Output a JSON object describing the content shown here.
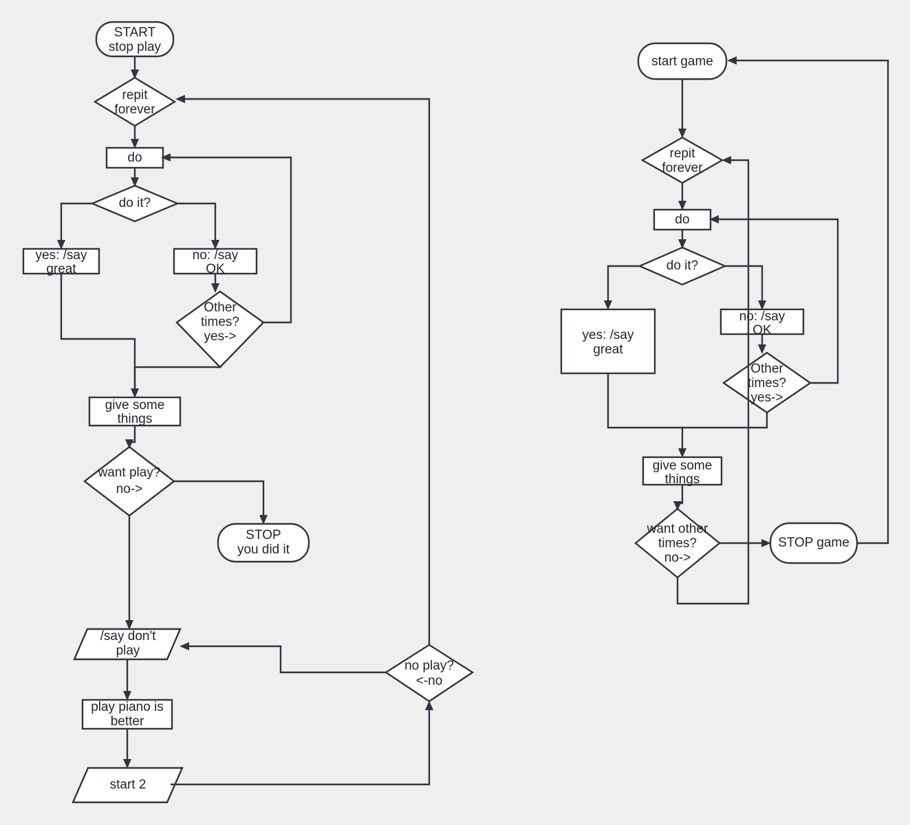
{
  "diagram": {
    "title": "flowchart",
    "background_color": "#efefef",
    "shape_fill": "#ffffff",
    "stroke_color": "#2f3640",
    "text_color": "#1f2429",
    "columns": [
      {
        "name": "left-flow",
        "nodes": [
          {
            "id": "l-start",
            "shape": "terminator",
            "lines": [
              "START",
              "stop play"
            ]
          },
          {
            "id": "l-repit",
            "shape": "decision",
            "lines": [
              "repit",
              "forever"
            ]
          },
          {
            "id": "l-do",
            "shape": "process",
            "lines": [
              "do"
            ]
          },
          {
            "id": "l-doit",
            "shape": "decision",
            "lines": [
              "do it?"
            ]
          },
          {
            "id": "l-yes-great",
            "shape": "process",
            "lines": [
              "yes: /say",
              "great"
            ]
          },
          {
            "id": "l-no-ok",
            "shape": "process",
            "lines": [
              "no: /say",
              "OK"
            ]
          },
          {
            "id": "l-other-times",
            "shape": "decision",
            "lines": [
              "Other",
              "times?",
              "yes->"
            ]
          },
          {
            "id": "l-give",
            "shape": "process",
            "lines": [
              "give some",
              "things"
            ]
          },
          {
            "id": "l-want-play",
            "shape": "decision",
            "lines": [
              "want play?",
              "no->"
            ]
          },
          {
            "id": "l-stop",
            "shape": "terminator",
            "lines": [
              "STOP",
              "you did it"
            ]
          },
          {
            "id": "l-say-dont",
            "shape": "data",
            "lines": [
              "/say don't",
              "play"
            ]
          },
          {
            "id": "l-piano",
            "shape": "process",
            "lines": [
              "play piano is",
              "better"
            ]
          },
          {
            "id": "l-start2",
            "shape": "data",
            "lines": [
              "start 2"
            ]
          },
          {
            "id": "l-no-play",
            "shape": "decision",
            "lines": [
              "no play?",
              "<-no"
            ]
          }
        ]
      },
      {
        "name": "right-flow",
        "nodes": [
          {
            "id": "r-start",
            "shape": "terminator",
            "lines": [
              "start game"
            ]
          },
          {
            "id": "r-repit",
            "shape": "decision",
            "lines": [
              "repit",
              "forever"
            ]
          },
          {
            "id": "r-do",
            "shape": "process",
            "lines": [
              "do"
            ]
          },
          {
            "id": "r-doit",
            "shape": "decision",
            "lines": [
              "do it?"
            ]
          },
          {
            "id": "r-yes-great",
            "shape": "process",
            "lines": [
              "yes: /say",
              "great"
            ]
          },
          {
            "id": "r-no-ok",
            "shape": "process",
            "lines": [
              "no: /say",
              "OK"
            ]
          },
          {
            "id": "r-other-times",
            "shape": "decision",
            "lines": [
              "Other",
              "times?",
              "yes->"
            ]
          },
          {
            "id": "r-give",
            "shape": "process",
            "lines": [
              "give some",
              "things"
            ]
          },
          {
            "id": "r-want-other",
            "shape": "decision",
            "lines": [
              "want other",
              "times?",
              "no->"
            ]
          },
          {
            "id": "r-stop",
            "shape": "terminator",
            "lines": [
              "STOP game"
            ]
          }
        ]
      }
    ],
    "labels": {
      "l_start_1": "START",
      "l_start_2": "stop play",
      "l_repit_1": "repit",
      "l_repit_2": "forever",
      "l_do": "do",
      "l_doit": "do it?",
      "l_yes_1": "yes: /say",
      "l_yes_2": "great",
      "l_no_1": "no: /say",
      "l_no_2": "OK",
      "l_other_1": "Other",
      "l_other_2": "times?",
      "l_other_3": "yes->",
      "l_give_1": "give some",
      "l_give_2": "things",
      "l_wantplay_1": "want play?",
      "l_wantplay_2": "no->",
      "l_stop_1": "STOP",
      "l_stop_2": "you did it",
      "l_saydont_1": "/say don't",
      "l_saydont_2": "play",
      "l_piano_1": "play piano is",
      "l_piano_2": "better",
      "l_start2": "start 2",
      "l_noplay_1": "no play?",
      "l_noplay_2": "<-no",
      "r_start": "start game",
      "r_repit_1": "repit",
      "r_repit_2": "forever",
      "r_do": "do",
      "r_doit": "do it?",
      "r_yes_1": "yes: /say",
      "r_yes_2": "great",
      "r_no_1": "no: /say",
      "r_no_2": "OK",
      "r_other_1": "Other",
      "r_other_2": "times?",
      "r_other_3": "yes->",
      "r_give_1": "give some",
      "r_give_2": "things",
      "r_wantother_1": "want other",
      "r_wantother_2": "times?",
      "r_wantother_3": "no->",
      "r_stop": "STOP game"
    }
  }
}
